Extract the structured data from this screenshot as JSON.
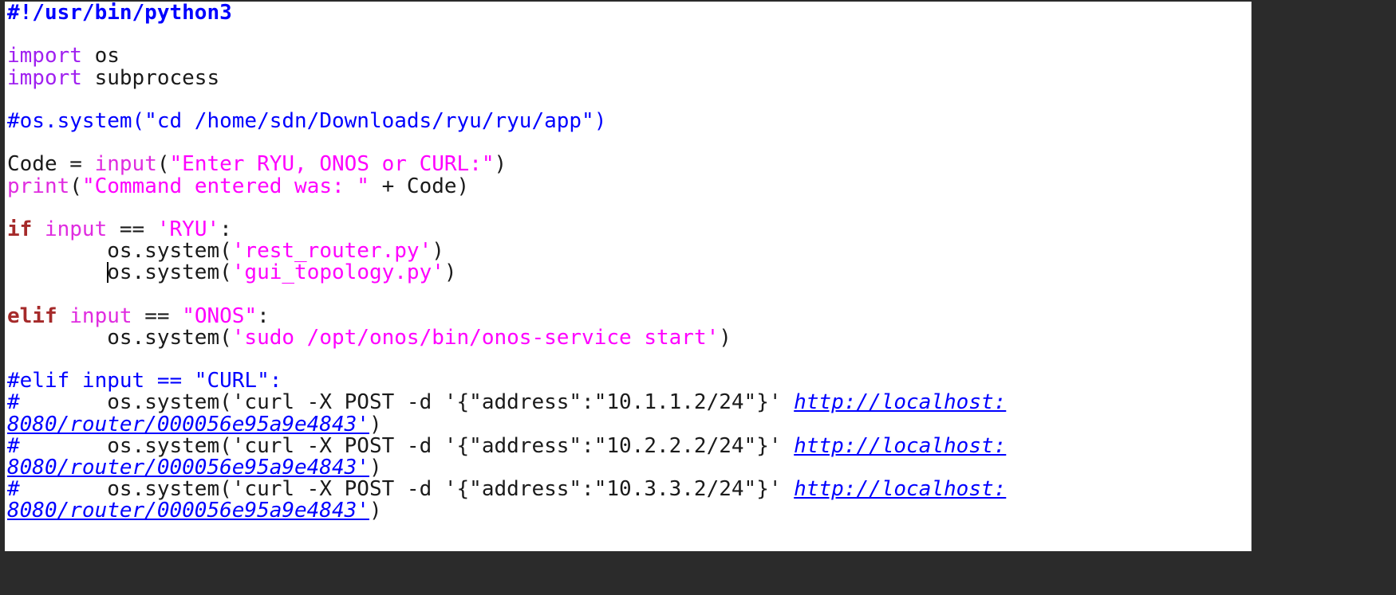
{
  "editor": {
    "lines": [
      [
        {
          "t": "#!/usr/bin/python3",
          "c": "shebang"
        }
      ],
      [],
      [
        {
          "t": "import",
          "c": "keyword"
        },
        {
          "t": " os",
          "c": "plain"
        }
      ],
      [
        {
          "t": "import",
          "c": "keyword"
        },
        {
          "t": " subprocess",
          "c": "plain"
        }
      ],
      [],
      [
        {
          "t": "#os.system(\"cd /home/sdn/Downloads/ryu/ryu/app\")",
          "c": "comment"
        }
      ],
      [],
      [
        {
          "t": "Code = ",
          "c": "plain"
        },
        {
          "t": "input",
          "c": "builtin"
        },
        {
          "t": "(",
          "c": "plain"
        },
        {
          "t": "\"Enter RYU, ONOS or CURL:\"",
          "c": "string"
        },
        {
          "t": ")",
          "c": "plain"
        }
      ],
      [
        {
          "t": "print",
          "c": "builtin"
        },
        {
          "t": "(",
          "c": "plain"
        },
        {
          "t": "\"Command entered was: \"",
          "c": "string"
        },
        {
          "t": " + Code)",
          "c": "plain"
        }
      ],
      [],
      [
        {
          "t": "if",
          "c": "keyword-bold"
        },
        {
          "t": " ",
          "c": "plain"
        },
        {
          "t": "input",
          "c": "builtin"
        },
        {
          "t": " == ",
          "c": "plain"
        },
        {
          "t": "'RYU'",
          "c": "string"
        },
        {
          "t": ":",
          "c": "plain"
        }
      ],
      [
        {
          "t": "        os.system(",
          "c": "plain"
        },
        {
          "t": "'rest_router.py'",
          "c": "string"
        },
        {
          "t": ")",
          "c": "plain"
        }
      ],
      [
        {
          "t": "        ",
          "c": "plain"
        },
        {
          "t": "",
          "c": "caret"
        },
        {
          "t": "os.system(",
          "c": "plain"
        },
        {
          "t": "'gui_topology.py'",
          "c": "string"
        },
        {
          "t": ")",
          "c": "plain"
        }
      ],
      [],
      [
        {
          "t": "elif",
          "c": "keyword-bold"
        },
        {
          "t": " ",
          "c": "plain"
        },
        {
          "t": "input",
          "c": "builtin"
        },
        {
          "t": " == ",
          "c": "plain"
        },
        {
          "t": "\"ONOS\"",
          "c": "string"
        },
        {
          "t": ":",
          "c": "plain"
        }
      ],
      [
        {
          "t": "        os.system(",
          "c": "plain"
        },
        {
          "t": "'sudo /opt/onos/bin/onos-service start'",
          "c": "string"
        },
        {
          "t": ")",
          "c": "plain"
        }
      ],
      [],
      [
        {
          "t": "#elif input == \"CURL\":",
          "c": "comment"
        }
      ],
      [
        {
          "t": "#",
          "c": "comment"
        },
        {
          "t": "       os.system('curl -X POST -d '{\"address\":\"10.1.1.2/24\"}' ",
          "c": "plain"
        },
        {
          "t": "http://localhost:",
          "c": "url"
        }
      ],
      [
        {
          "t": "8080/router/000056e95a9e4843'",
          "c": "url"
        },
        {
          "t": ")",
          "c": "plain"
        }
      ],
      [
        {
          "t": "#",
          "c": "comment"
        },
        {
          "t": "       os.system('curl -X POST -d '{\"address\":\"10.2.2.2/24\"}' ",
          "c": "plain"
        },
        {
          "t": "http://localhost:",
          "c": "url"
        }
      ],
      [
        {
          "t": "8080/router/000056e95a9e4843'",
          "c": "url"
        },
        {
          "t": ")",
          "c": "plain"
        }
      ],
      [
        {
          "t": "#",
          "c": "comment"
        },
        {
          "t": "       os.system('curl -X POST -d '{\"address\":\"10.3.3.2/24\"}' ",
          "c": "plain"
        },
        {
          "t": "http://localhost:",
          "c": "url"
        }
      ],
      [
        {
          "t": "8080/router/000056e95a9e4843'",
          "c": "url"
        },
        {
          "t": ")",
          "c": "plain"
        }
      ]
    ]
  },
  "colors": {
    "comment": "#0000ff",
    "keyword": "#a020f0",
    "keyword_bold": "#a52a2a",
    "builtin": "#e02ce0",
    "string": "#ff00ff",
    "url": "#0000ff",
    "background": "#ffffff",
    "frame": "#2b2b2b"
  }
}
